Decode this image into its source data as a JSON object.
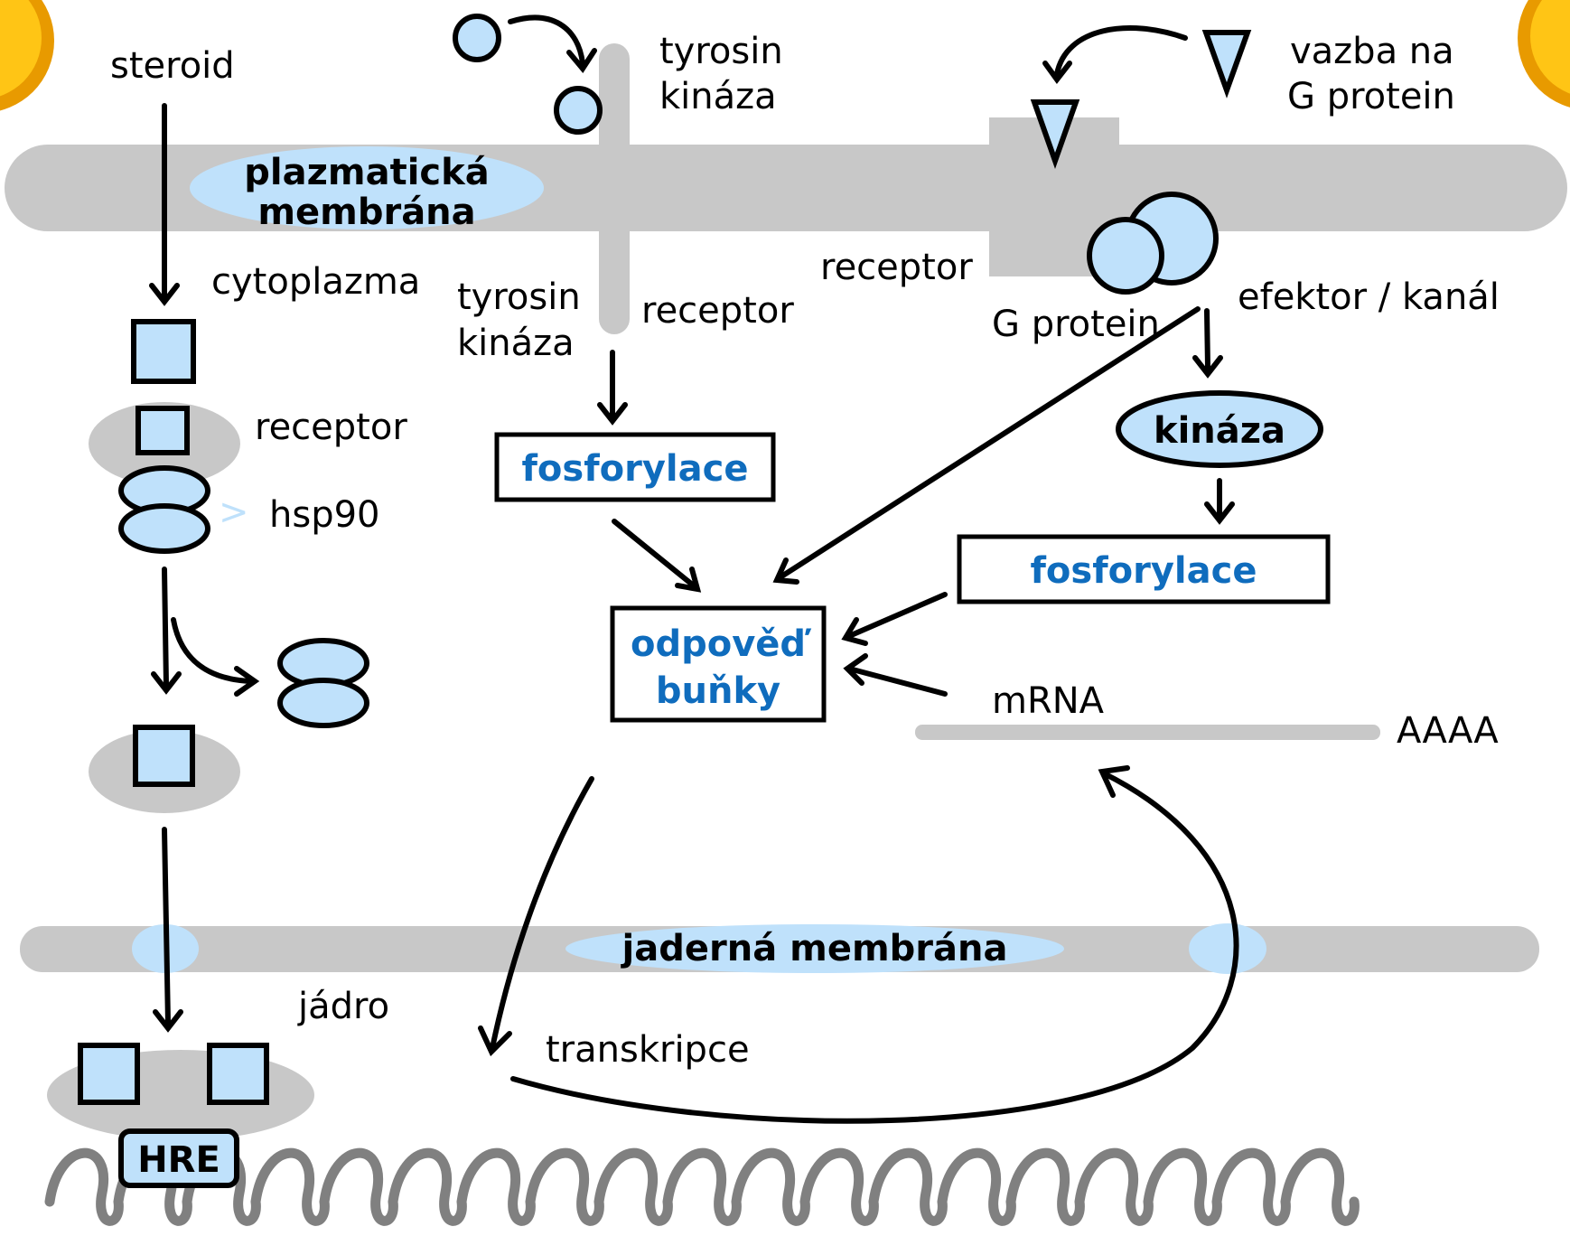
{
  "labels": {
    "steroid": "steroid",
    "tyrosin_kinaza_top_1": "tyrosin",
    "tyrosin_kinaza_top_2": "kináza",
    "vazba_1": "vazba na",
    "vazba_2": "G protein",
    "plazmaticka_1": "plazmatická",
    "plazmaticka_2": "membrána",
    "cytoplazma": "cytoplazma",
    "tyrosin_kinaza_left_1": "tyrosin",
    "tyrosin_kinaza_left_2": "kináza",
    "receptor_tk": "receptor",
    "receptor_g": "receptor",
    "g_protein": "G protein",
    "efektor": "efektor / kanál",
    "receptor_steroid": "receptor",
    "hsp90": "hsp90",
    "hsp90_bracket": ">",
    "kinaza": "kináza",
    "fosforylace_left": "fosforylace",
    "fosforylace_right": "fosforylace",
    "odpoved_1": "odpověď",
    "odpoved_2": "buňky",
    "mrna": "mRNA",
    "aaaa": "AAAA",
    "jaderna": "jaderná membrána",
    "jadro": "jádro",
    "transkripce": "transkripce",
    "hre": "HRE"
  },
  "colors": {
    "membrane_gray": "#c8c8c8",
    "light_blue": "#bfe1fb",
    "text_blue": "#0f6cbd",
    "sun_orange": "#ffb400"
  }
}
